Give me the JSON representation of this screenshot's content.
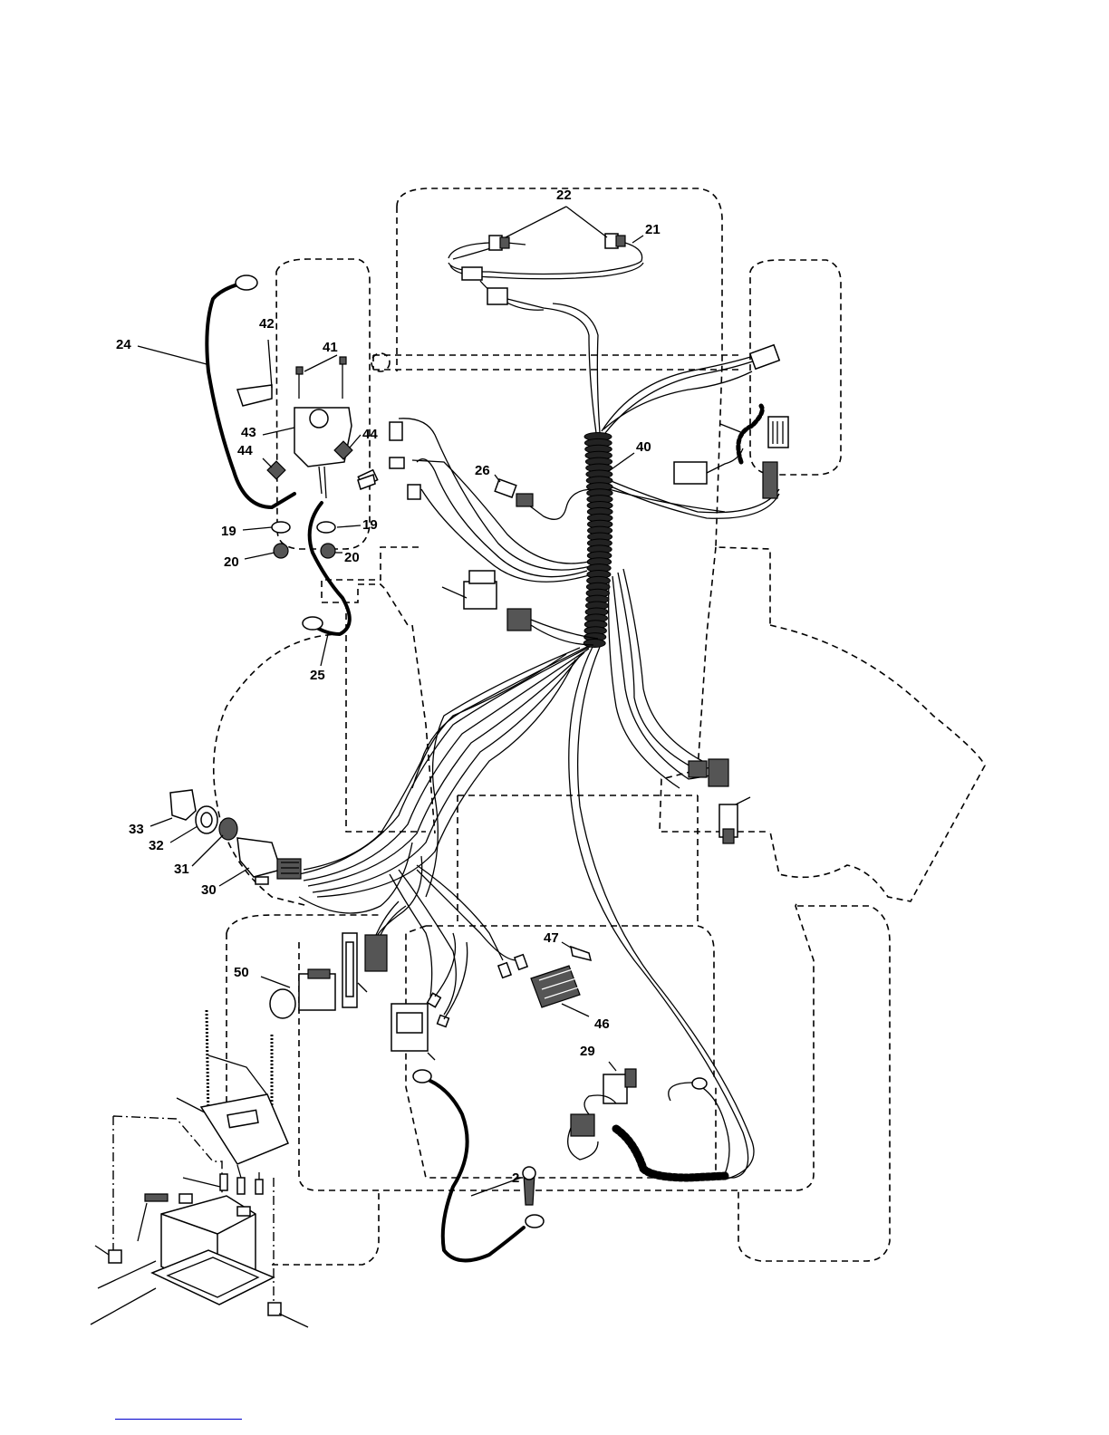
{
  "callouts": [
    {
      "id": "c22",
      "text": "22"
    },
    {
      "id": "c21",
      "text": "21"
    },
    {
      "id": "c42",
      "text": "42"
    },
    {
      "id": "c24",
      "text": "24"
    },
    {
      "id": "c41",
      "text": "41"
    },
    {
      "id": "c43",
      "text": "43"
    },
    {
      "id": "c44a",
      "text": "44"
    },
    {
      "id": "c44b",
      "text": "44"
    },
    {
      "id": "c40",
      "text": "40"
    },
    {
      "id": "c26",
      "text": "26"
    },
    {
      "id": "c19a",
      "text": "19"
    },
    {
      "id": "c19b",
      "text": "19"
    },
    {
      "id": "c20a",
      "text": "20"
    },
    {
      "id": "c20b",
      "text": "20"
    },
    {
      "id": "c25",
      "text": "25"
    },
    {
      "id": "c33",
      "text": "33"
    },
    {
      "id": "c32",
      "text": "32"
    },
    {
      "id": "c31",
      "text": "31"
    },
    {
      "id": "c30",
      "text": "30"
    },
    {
      "id": "c47",
      "text": "47"
    },
    {
      "id": "c50",
      "text": "50"
    },
    {
      "id": "c46",
      "text": "46"
    },
    {
      "id": "c29",
      "text": "29"
    },
    {
      "id": "c2x",
      "text": "2"
    }
  ]
}
